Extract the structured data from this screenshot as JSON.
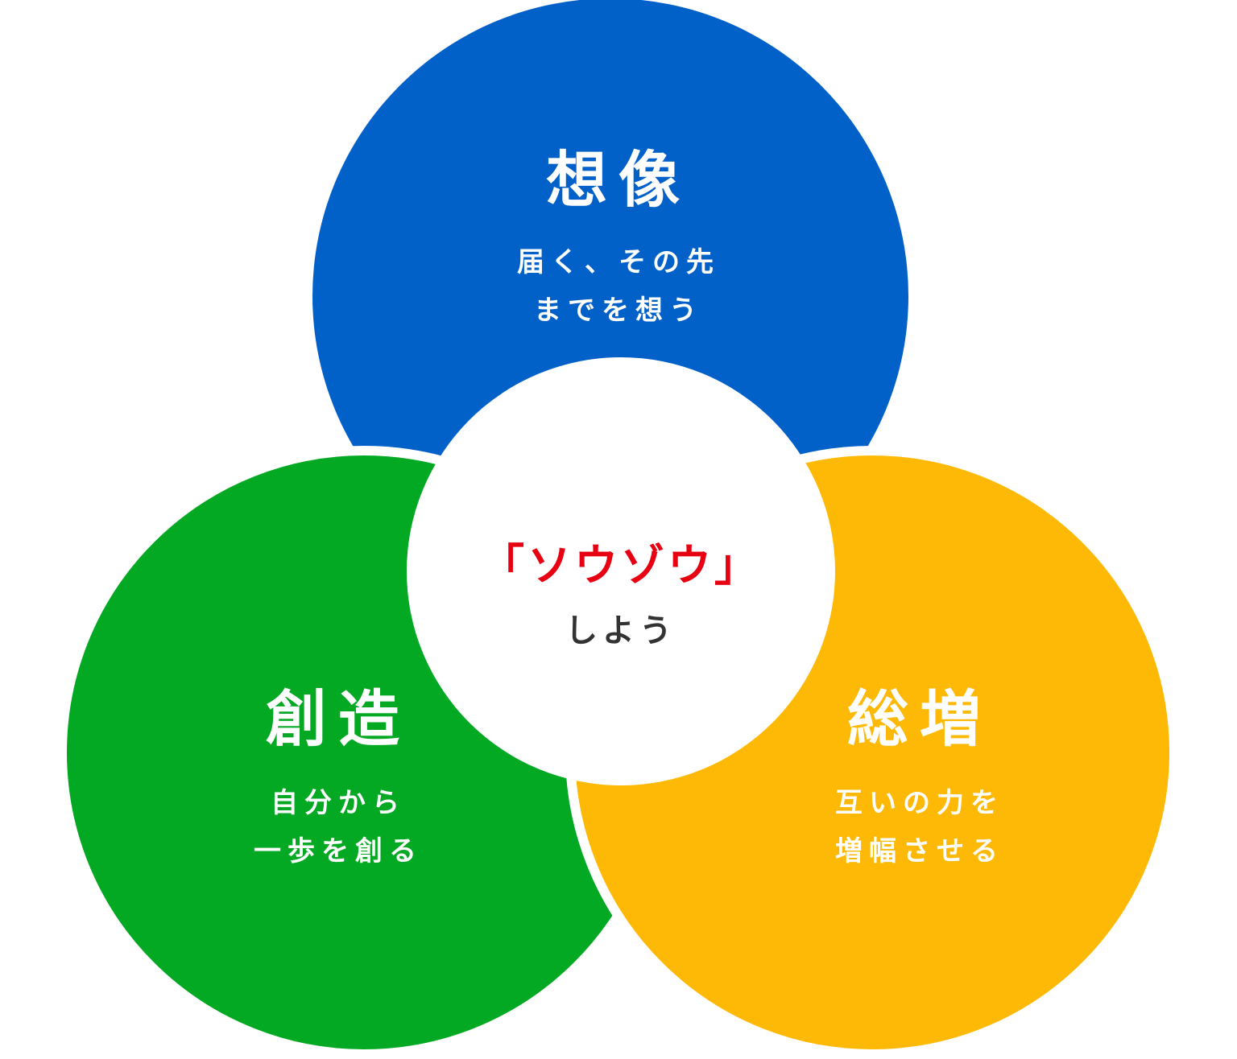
{
  "colors": {
    "blue": "#0261C9",
    "green": "#03A922",
    "yellow": "#FDB906",
    "center": "#FFFFFF",
    "accent_red": "#E60012",
    "dark_text": "#333333"
  },
  "circles": [
    {
      "id": "imagination",
      "title": "想像",
      "lines": [
        "届く、その先",
        "までを想う"
      ]
    },
    {
      "id": "creation",
      "title": "創造",
      "lines": [
        "自分から",
        "一歩を創る"
      ]
    },
    {
      "id": "amplification",
      "title": "総増",
      "lines": [
        "互いの力を",
        "増幅させる"
      ]
    }
  ],
  "center": {
    "title": "「ソウゾウ」",
    "subtitle": "しよう"
  }
}
